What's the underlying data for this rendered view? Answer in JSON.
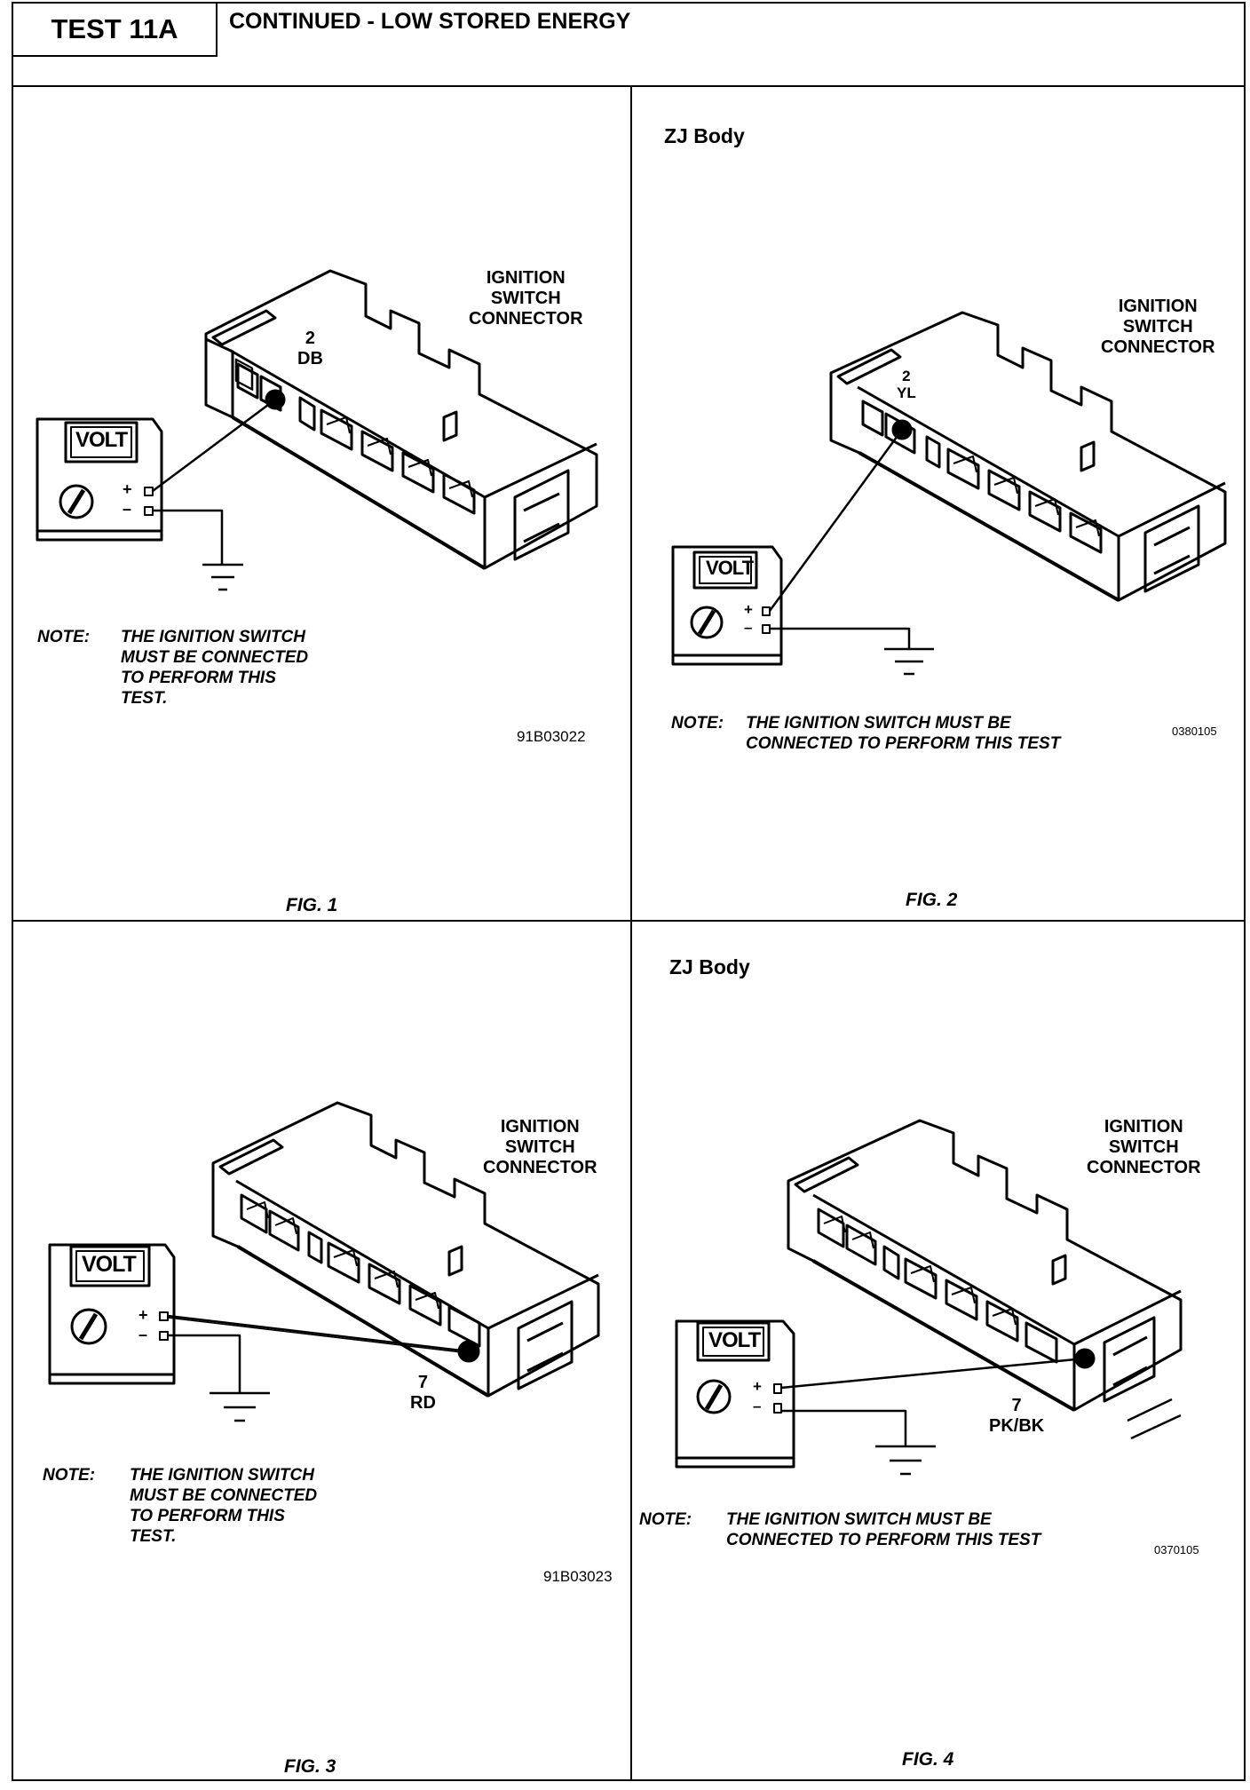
{
  "header": {
    "test_label": "TEST 11A",
    "title": "CONTINUED - LOW STORED ENERGY"
  },
  "meter_label": "VOLT",
  "plus": "+",
  "minus": "–",
  "note_label": "NOTE:",
  "connector_label": [
    "IGNITION",
    "SWITCH",
    "CONNECTOR"
  ],
  "panels": [
    {
      "fig": "FIG. 1",
      "body": "",
      "pin": "2",
      "wire": "DB",
      "note": [
        "THE IGNITION SWITCH",
        "MUST BE CONNECTED",
        "TO PERFORM THIS",
        "TEST."
      ],
      "code": "91B03022"
    },
    {
      "fig": "FIG. 2",
      "body": "ZJ Body",
      "pin": "2",
      "wire": "YL",
      "note": [
        "THE IGNITION SWITCH MUST BE",
        "CONNECTED TO PERFORM THIS TEST"
      ],
      "code": "0380105"
    },
    {
      "fig": "FIG. 3",
      "body": "",
      "pin": "7",
      "wire": "RD",
      "note": [
        "THE IGNITION SWITCH",
        "MUST BE CONNECTED",
        "TO PERFORM THIS",
        "TEST."
      ],
      "code": "91B03023"
    },
    {
      "fig": "FIG. 4",
      "body": "ZJ Body",
      "pin": "7",
      "wire": "PK/BK",
      "note": [
        "THE IGNITION SWITCH MUST BE",
        "CONNECTED TO PERFORM THIS TEST"
      ],
      "code": "0370105"
    }
  ]
}
